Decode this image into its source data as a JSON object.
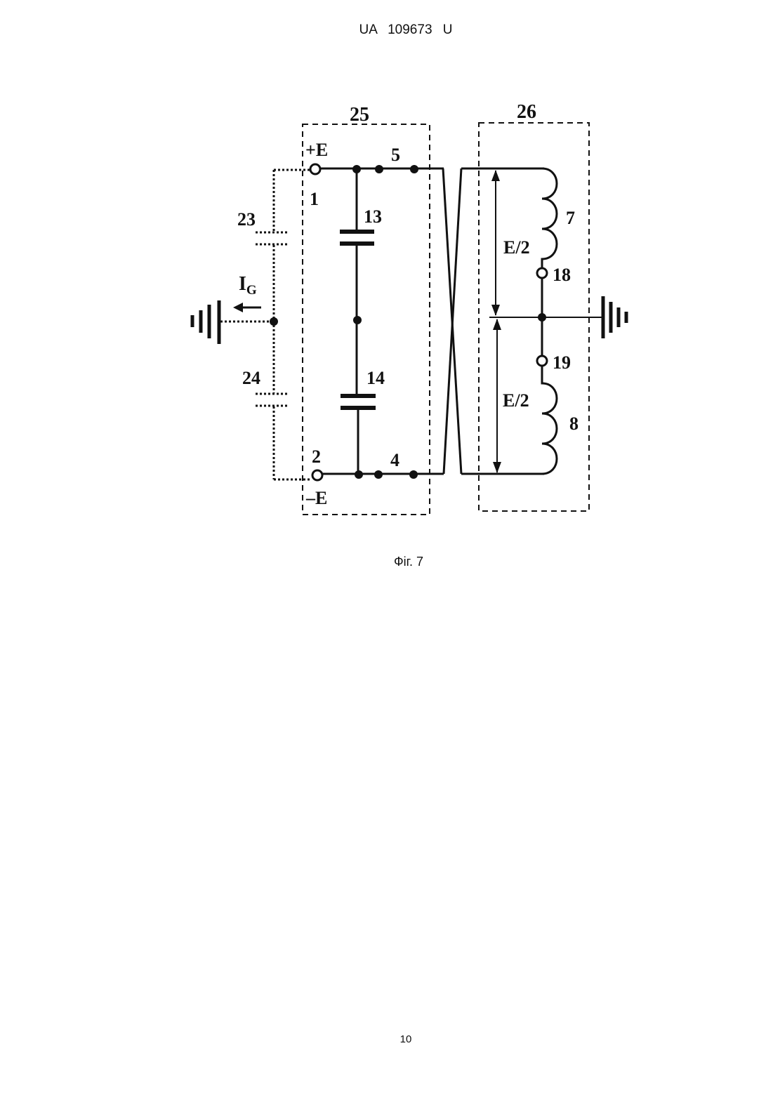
{
  "header": {
    "title": "UA 109673 U"
  },
  "figure": {
    "caption": "Фіг. 7",
    "labels": {
      "block_left": "25",
      "block_right": "26",
      "plus_e": "+E",
      "minus_e": "–E",
      "terminal_1": "1",
      "terminal_2": "2",
      "switch_5": "5",
      "switch_4": "4",
      "capacitor_13": "13",
      "capacitor_14": "14",
      "stray_cap_23": "23",
      "stray_cap_24": "24",
      "current_main": "I",
      "current_sub": "G",
      "inductor_7": "7",
      "inductor_8": "8",
      "terminal_18": "18",
      "terminal_19": "19",
      "voltage_top": "E/2",
      "voltage_bottom": "E/2"
    }
  },
  "footer": {
    "page_number": "10"
  }
}
